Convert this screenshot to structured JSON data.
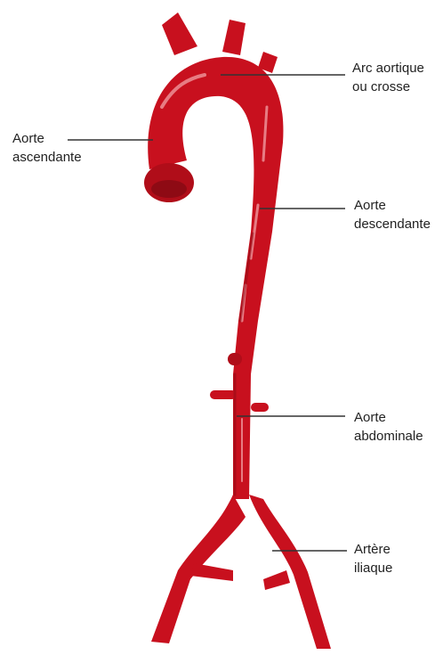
{
  "colors": {
    "vessel": "#c8101e",
    "vessel_dark": "#8e0a14",
    "highlight": "#f2a0a6",
    "leader_line": "#333333"
  },
  "labels": {
    "arch": {
      "line1": "Arc aortique",
      "line2": "ou crosse"
    },
    "ascending": {
      "line1": "Aorte",
      "line2": "ascendante"
    },
    "descending": {
      "line1": "Aorte",
      "line2": "descendante"
    },
    "abdominal": {
      "line1": "Aorte",
      "line2": "abdominale"
    },
    "iliac": {
      "line1": "Artère",
      "line2": "iliaque"
    }
  }
}
